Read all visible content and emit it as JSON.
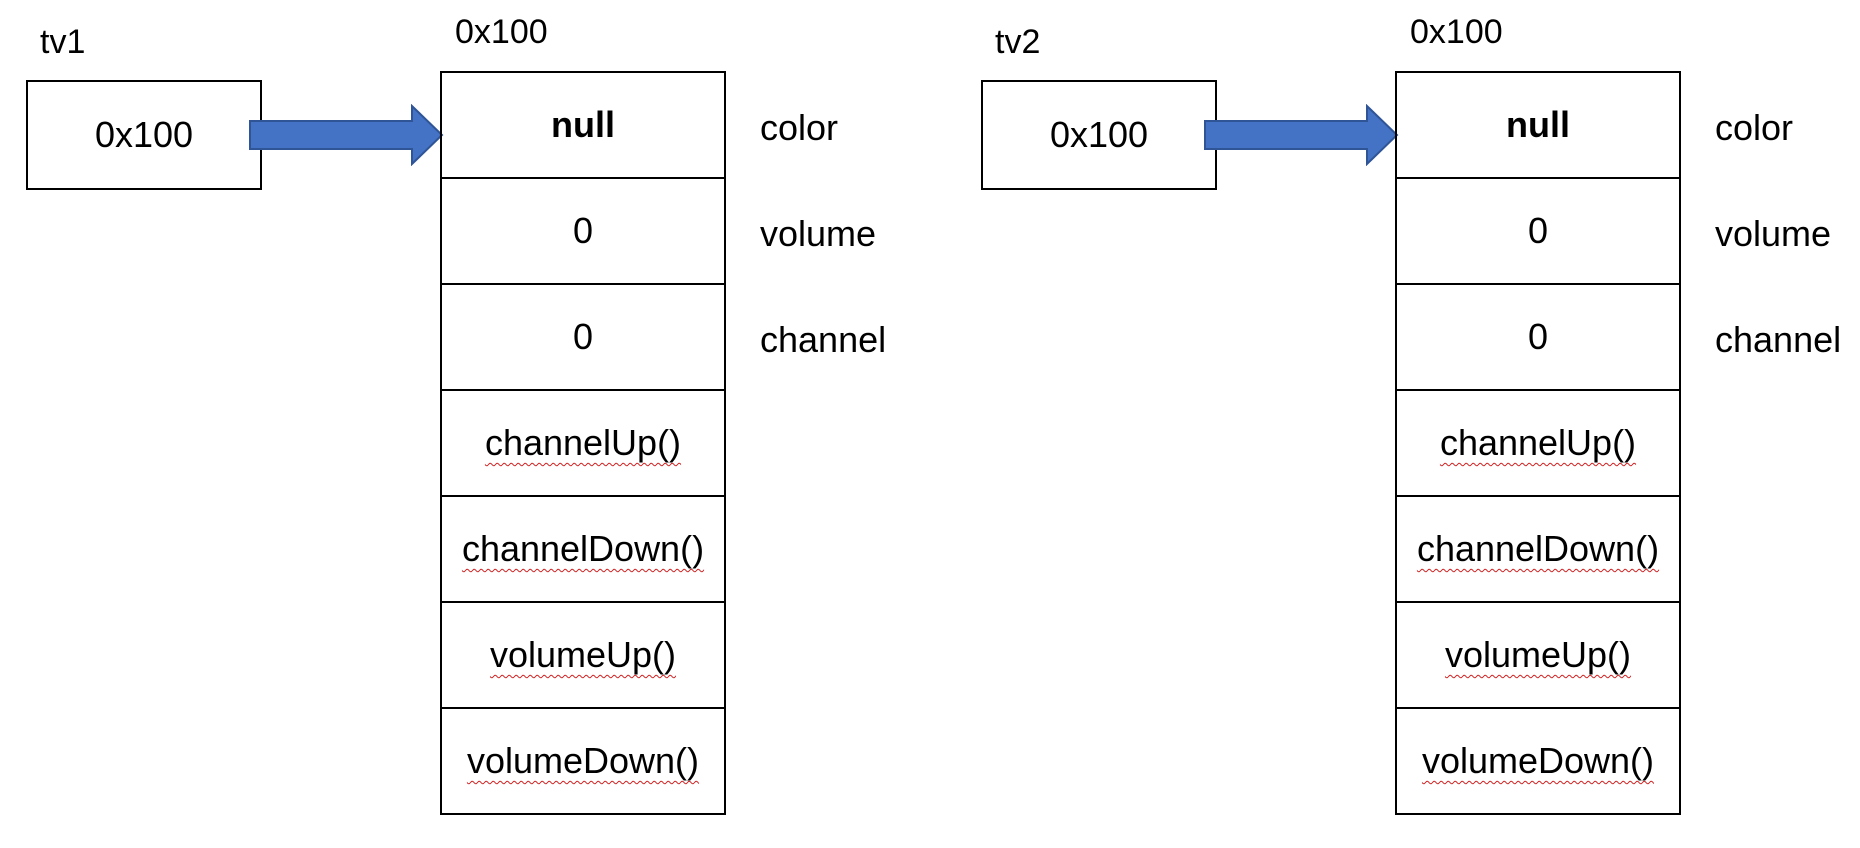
{
  "colors": {
    "arrow_fill": "#4472c4",
    "arrow_stroke": "#2f5597",
    "border": "#000000",
    "spellcheck_underline": "#d02020"
  },
  "objects": [
    {
      "ref_name": "tv1",
      "ref_value": "0x100",
      "address": "0x100",
      "cells": [
        "null",
        "0",
        "0",
        "channelUp()",
        "channelDown()",
        "volumeUp()",
        "volumeDown()"
      ],
      "field_labels": [
        "color",
        "volume",
        "channel"
      ]
    },
    {
      "ref_name": "tv2",
      "ref_value": "0x100",
      "address": "0x100",
      "cells": [
        "null",
        "0",
        "0",
        "channelUp()",
        "channelDown()",
        "volumeUp()",
        "volumeDown()"
      ],
      "field_labels": [
        "color",
        "volume",
        "channel"
      ]
    }
  ]
}
